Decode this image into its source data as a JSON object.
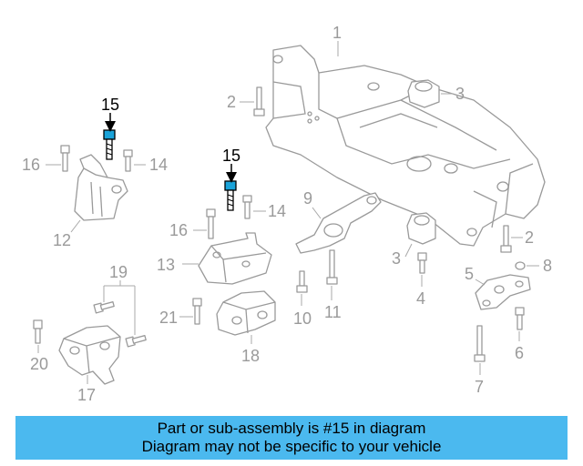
{
  "callouts": {
    "c1": "1",
    "c2a": "2",
    "c2b": "2",
    "c3a": "3",
    "c3b": "3",
    "c4": "4",
    "c5": "5",
    "c6": "6",
    "c7": "7",
    "c8": "8",
    "c9": "9",
    "c10": "10",
    "c11": "11",
    "c12": "12",
    "c13": "13",
    "c14a": "14",
    "c14b": "14",
    "c15a": "15",
    "c15b": "15",
    "c16a": "16",
    "c16b": "16",
    "c17": "17",
    "c18": "18",
    "c19": "19",
    "c20": "20",
    "c21": "21"
  },
  "highlight_color": "#1aa3d9",
  "banner": {
    "line1": "Part or sub-assembly is #15 in diagram",
    "line2": "Diagram may not be specific to your vehicle",
    "background": "#4bb9ef"
  }
}
